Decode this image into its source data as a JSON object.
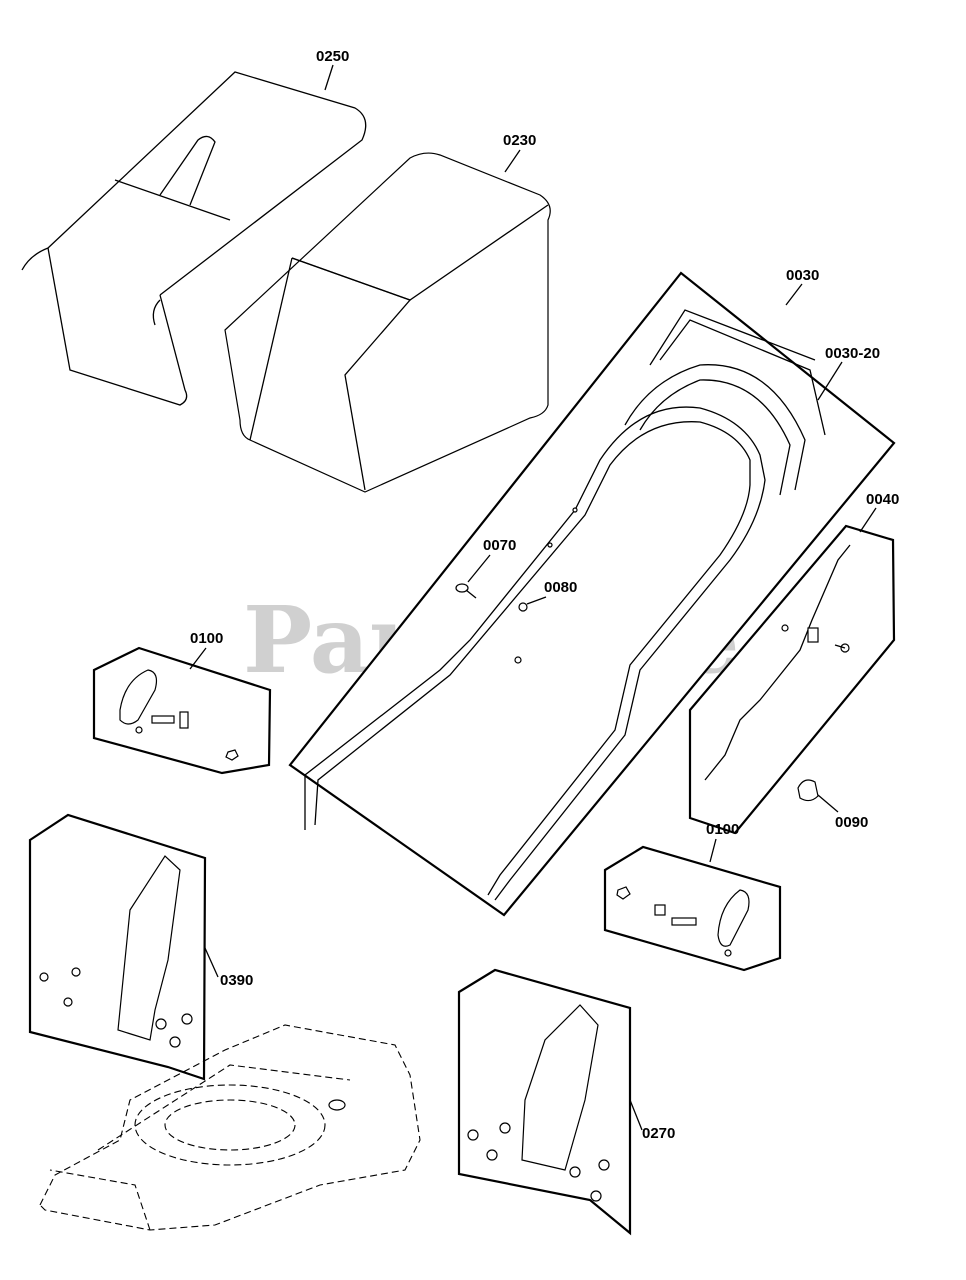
{
  "watermark": "PartsTree",
  "callouts": {
    "c0250": "0250",
    "c0230": "0230",
    "c0030": "0030",
    "c0030_20": "0030-20",
    "c0040": "0040",
    "c0070": "0070",
    "c0080": "0080",
    "c0100_left": "0100",
    "c0100_right": "0100",
    "c0090": "0090",
    "c0390": "0390",
    "c0270": "0270"
  }
}
